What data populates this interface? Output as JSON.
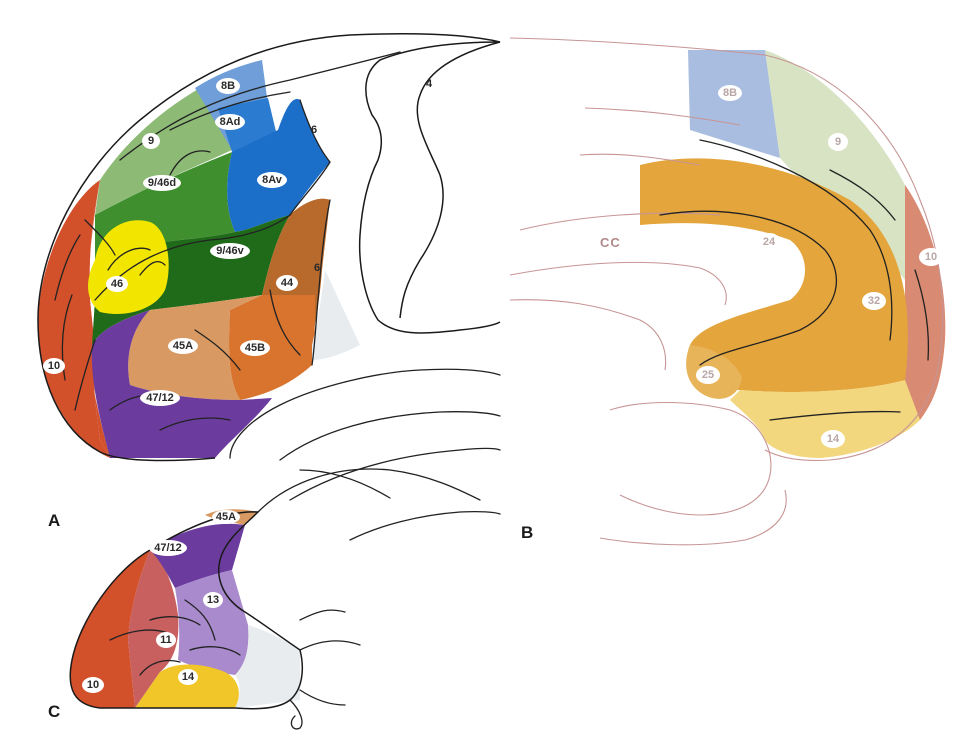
{
  "panels": {
    "a": {
      "letter": "A"
    },
    "b": {
      "letter": "B"
    },
    "c": {
      "letter": "C"
    }
  },
  "colors": {
    "area_8B": "#6f9ed8",
    "area_8Ad": "#2b7bd0",
    "area_8Av": "#1b6fc9",
    "area_9": "#8dbb76",
    "area_9_46d": "#3f8f2f",
    "area_9_46v": "#1f6b1a",
    "area_46": "#f2e600",
    "area_10": "#d2502a",
    "area_44": "#b86a2c",
    "area_45A": "#d89a62",
    "area_45B": "#d9742e",
    "area_47_12": "#6b3c9e",
    "area_13": "#a98acd",
    "area_11": "#c86060",
    "area_14": "#f0c628",
    "medial_8B": "#a8bde0",
    "medial_9": "#d7e3c3",
    "medial_10": "#d98a72",
    "medial_24_32": "#e3a53c",
    "medial_25": "#e8b45a",
    "medial_14": "#f2d77e"
  },
  "lateral_labels": {
    "a8B": "8B",
    "a8Ad": "8Ad",
    "a8Av": "8Av",
    "a9": "9",
    "a9_46d": "9/46d",
    "a9_46v": "9/46v",
    "a46": "46",
    "a44": "44",
    "a45A": "45A",
    "a45B": "45B",
    "a10": "10",
    "a47_12": "47/12",
    "a6_upper": "6",
    "a6_lower": "6",
    "a4": "4"
  },
  "medial_labels": {
    "b8B": "8B",
    "b9": "9",
    "b10": "10",
    "b24": "24",
    "b32": "32",
    "b25": "25",
    "b14": "14",
    "cc": "CC"
  },
  "orbital_labels": {
    "c45A": "45A",
    "c47_12": "47/12",
    "c13": "13",
    "c11": "11",
    "c14": "14",
    "c10": "10"
  }
}
